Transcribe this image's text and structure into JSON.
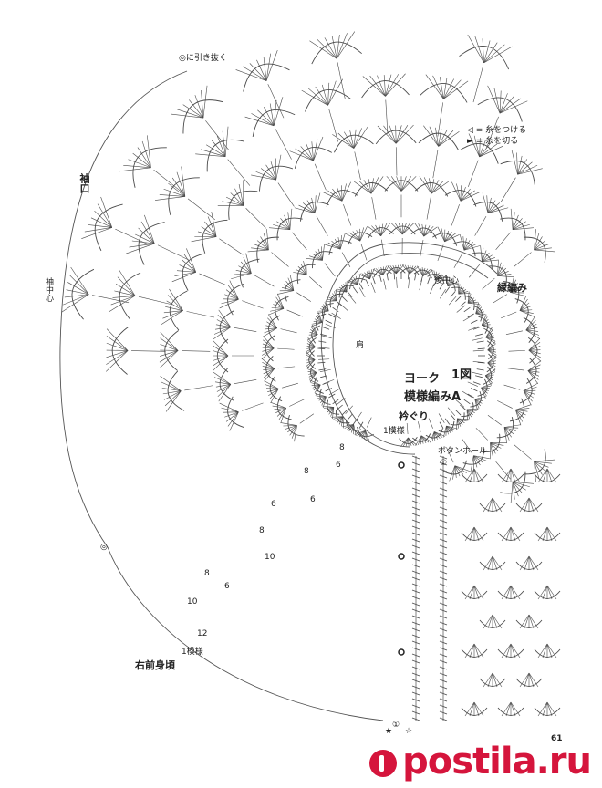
{
  "labels": {
    "pull_through": "◎に引き抜く",
    "legend_attach": "◁ = 糸をつける",
    "legend_cut": "► = 糸を切る",
    "cuff": "袖口",
    "sleeve_center": "袖中心",
    "back_center": "後中心",
    "edging": "縁編み",
    "shoulder": "肩",
    "yoke": "ヨーク",
    "figure": "1図",
    "pattern_a": "模様編みA",
    "neckline": "衿ぐり",
    "one_repeat_top": "1模様",
    "button_hole": "ボタンホール",
    "one_repeat_bottom": "1模様",
    "right_front": "右前身頃",
    "row_10": "10",
    "row_12": "12",
    "row_8a": "8",
    "row_6a": "6",
    "row_10b": "10",
    "row_8b": "8",
    "row_6b": "6",
    "row_8c": "8",
    "row_6c": "6",
    "row_8d": "8",
    "row_6d": "6",
    "mark_1": "①",
    "mark_1b": "①",
    "star_black": "★",
    "star_white": "☆",
    "mark_a": "◎",
    "page_number": "61"
  },
  "watermark": "postila.ru",
  "colors": {
    "line": "#4a4a4a",
    "watermark": "#d5153c"
  }
}
